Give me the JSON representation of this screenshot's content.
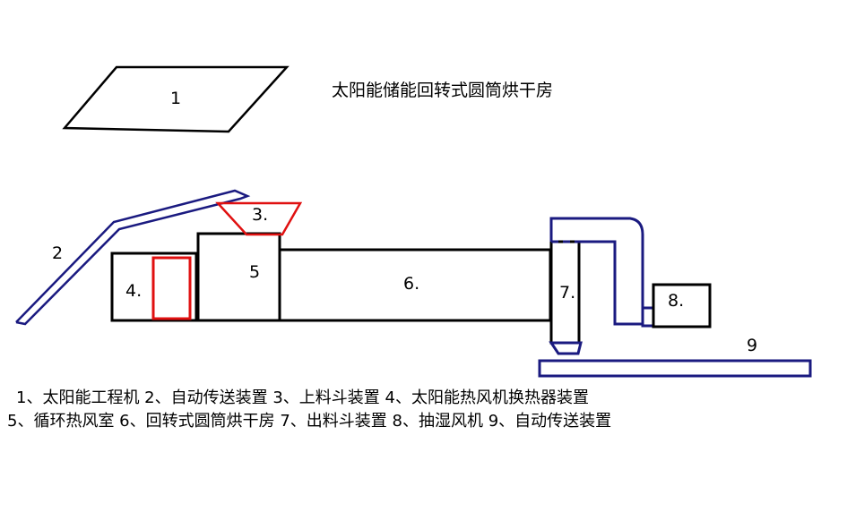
{
  "title": "太阳能储能回转式圆筒烘干房",
  "labels": {
    "l1": "1",
    "l2": "2",
    "l3": "3.",
    "l4": "4.",
    "l5": "5",
    "l6": "6.",
    "l7": "7.",
    "l8": "8.",
    "l9": "9"
  },
  "legend": {
    "line1": "1、太阳能工程机 2、自动传送装置 3、上料斗装置    4、太阳能热风机换热器装置",
    "line2": "5、循环热风室 6、回转式圆筒烘干房 7、出料斗装置 8、抽湿风机 9、自动传送装置"
  },
  "colors": {
    "black": "#000000",
    "blue": "#1a1a80",
    "red": "#e01010"
  }
}
